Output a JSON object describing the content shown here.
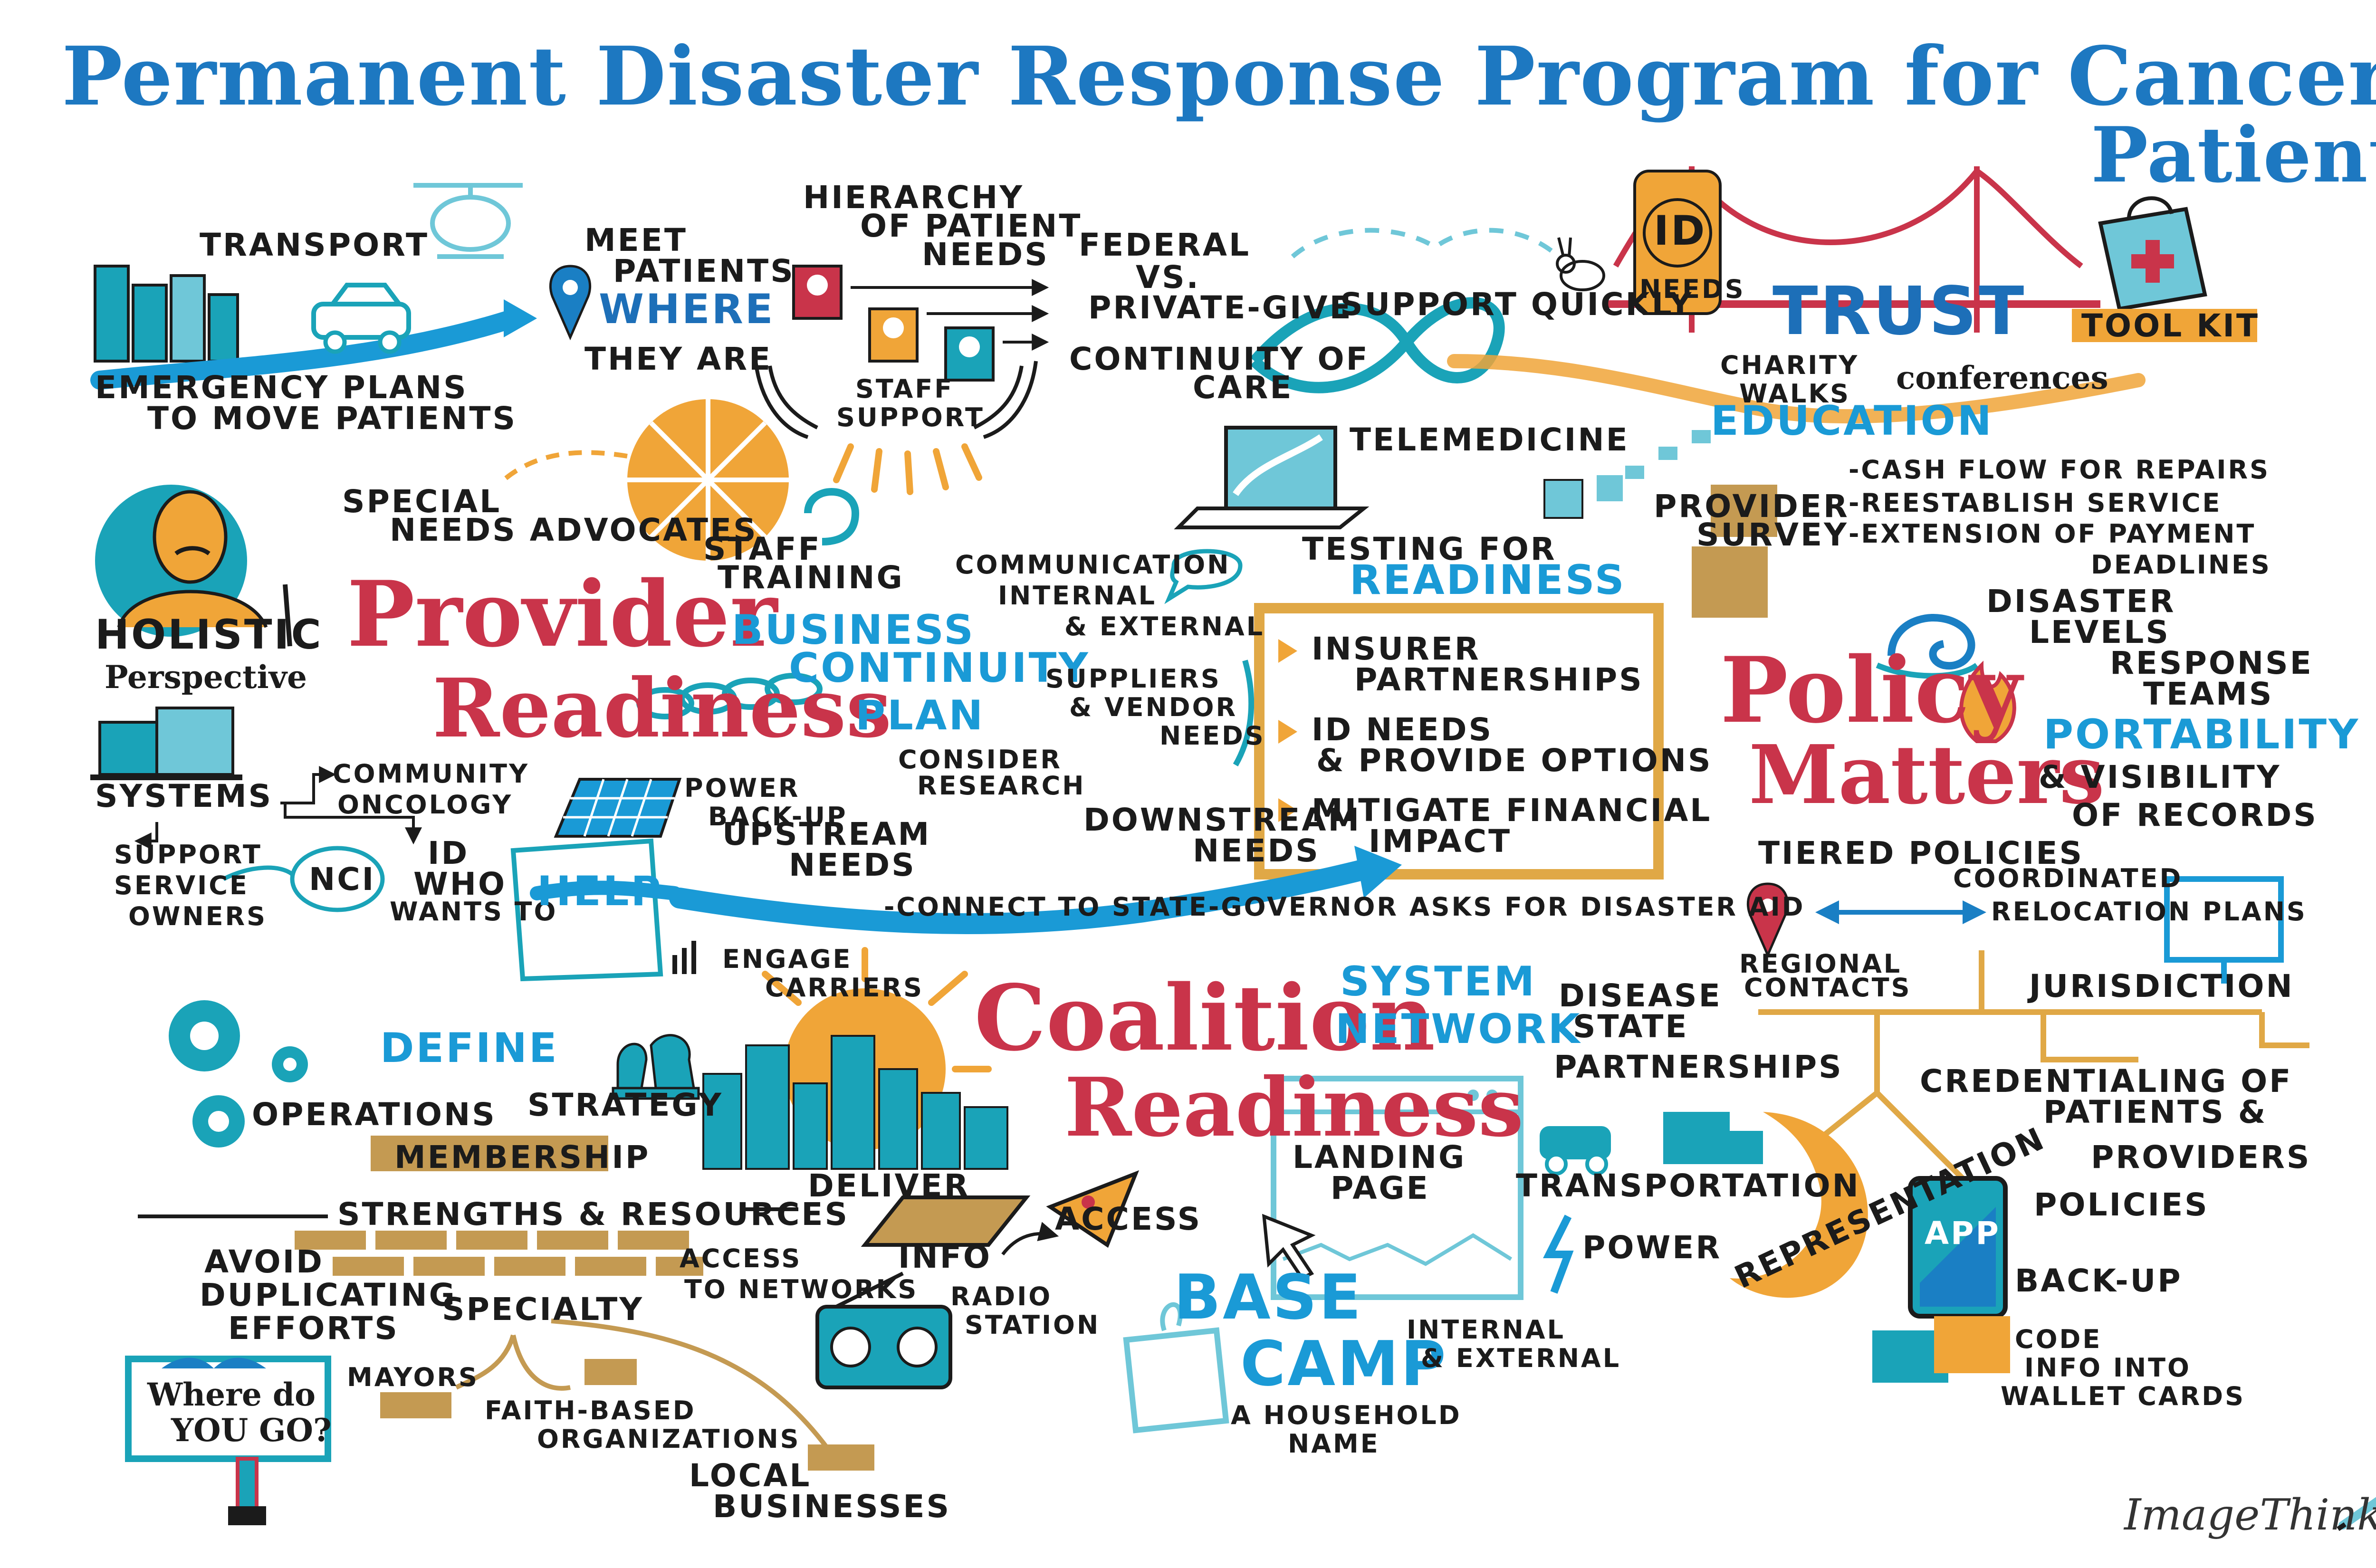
{
  "title": {
    "line1": "Permanent Disaster Response Program for Cancer",
    "line2": "Patients"
  },
  "colors": {
    "title_blue": "#1d78c1",
    "accent_blue": "#1a9ad6",
    "teal": "#1aa3b8",
    "section_red": "#c9344a",
    "orange": "#f0a538",
    "gold": "#c49a52",
    "ink": "#1b1b1b"
  },
  "top_left": {
    "transport": "TRANSPORT",
    "emergency_plans_1": "EMERGENCY PLANS",
    "emergency_plans_2": "to MOVE PATIENTS"
  },
  "meet_patients": {
    "line1": "MEET",
    "line2": "PATIENTS",
    "where": "WHERE",
    "line4": "THEY ARE"
  },
  "hierarchy": {
    "line1": "HIERARCHY",
    "line2": "of Patient",
    "line3": "NEEDS",
    "staff_1": "STAFF",
    "staff_2": "SUPPORT"
  },
  "federal": {
    "line1": "FEDERAL",
    "line2": "vs.",
    "line3": "PRIVATE-GIVE"
  },
  "support_quickly": "SUPPORT QUICKLY",
  "continuity_of_care": {
    "line1": "CONTINUITY of",
    "line2": "CARE"
  },
  "trust": {
    "id": "ID",
    "needs": "NEEDS",
    "trust": "TRUST",
    "toolkit": "TOOL KIT",
    "charity_1": "CHARITY",
    "charity_2": "WALKS",
    "conferences": "conferences",
    "education": "EDUCATION"
  },
  "telemedicine": "TELEMEDICINE",
  "testing": {
    "line1": "TESTING for",
    "line2": "READINESS"
  },
  "provider_survey": {
    "line1": "PROVIDER",
    "line2": "SURVEY",
    "item1": "-CASH FLOW for REPAIRS",
    "item2": "-REESTABLISH SERVICE",
    "item3": "-EXTENSION of PAYMENT",
    "item4": "DEADLINES"
  },
  "special_needs": {
    "line1": "SPECIAL",
    "line2": "NEEDS ADVOCATES"
  },
  "holistic": {
    "line1": "HOLISTIC",
    "line2": "Perspective"
  },
  "provider_readiness": {
    "line1": "Provider",
    "line2": "Readiness"
  },
  "staff_training": {
    "line1": "STAFF",
    "line2": "TRAINING"
  },
  "business_plan": {
    "line1": "BUSINESS",
    "line2": "CONTINUITY",
    "line3": "PLAN"
  },
  "communication": {
    "line1": "COMMUNICATION",
    "line2": "INTERNAL",
    "line3": "& EXTERNAL"
  },
  "suppliers": {
    "line1": "SUPPLIERS",
    "line2": "& VENDOR",
    "line3": "NEEDS"
  },
  "consider_research": {
    "line1": "CONSIDER",
    "line2": "RESEARCH"
  },
  "insurer_box": {
    "item1_1": "INSURER",
    "item1_2": "PARTNERSHIPS",
    "item2_1": "ID NEEDS",
    "item2_2": "& PROVIDE OPTIONS",
    "item3_1": "MITIGATE FINANCIAL",
    "item3_2": "IMPACT"
  },
  "systems": {
    "systems": "SYSTEMS",
    "community_1": "COMMUNITY",
    "community_2": "ONCOLOGY",
    "support_1": "SUPPORT",
    "support_2": "SERVICE",
    "support_3": "OWNERS",
    "nci": "NCI",
    "id_1": "ID",
    "id_2": "WHO",
    "id_3": "WANTS to",
    "help": "HELP",
    "power_1": "POWER",
    "power_2": "BACK-UP",
    "upstream_1": "UPSTREAM",
    "upstream_2": "NEEDS",
    "downstream_1": "DOWNSTREAM",
    "downstream_2": "NEEDS",
    "connect": "-CONNECT to STATE-GOVERNOR asks for DISASTER AID"
  },
  "policy": {
    "line1": "Policy",
    "line2": "Matters",
    "disaster_1": "DISASTER",
    "disaster_2": "LEVELS",
    "response_1": "RESPONSE",
    "response_2": "TEAMS",
    "portability": "PORTABILITY",
    "visibility_1": "& VISIBILITY",
    "visibility_2": "of RECORDS",
    "tiered": "TIERED POLICIES",
    "coordinated_1": "COORDINATED",
    "coordinated_2": "RELOCATION PLANS",
    "regional_1": "REGIONAL",
    "regional_2": "CONTACTS",
    "jurisdiction": "JURISDICTION",
    "credentialing_1": "CREDENTIALING of",
    "credentialing_2": "PATIENTS &",
    "credentialing_3": "PROVIDERS",
    "app": "APP",
    "policies": "POLICIES",
    "backup": "BACK-UP",
    "code_1": "CODE",
    "code_2": "INFO into",
    "code_3": "WALLET CARDS"
  },
  "coalition": {
    "line1": "Coalition",
    "line2": "Readiness",
    "system_1": "SYSTEM",
    "system_2": "NETWORK",
    "engage_1": "ENGAGE",
    "engage_2": "CARRIERS",
    "define": "DEFINE",
    "operations": "OPERATIONS",
    "strategy": "STRATEGY",
    "membership": "MEMBERSHIP",
    "strengths": "STRENGTHS & RESOURCES",
    "deliver": "DELIVER",
    "info": "INFO",
    "access": "ACCESS",
    "avoid_1": "AVOID",
    "avoid_2": "DUPLICATING",
    "avoid_3": "EFFORTS",
    "specialty": "SPECIALTY",
    "access_net_1": "ACCESS",
    "access_net_2": "to NETWORKS",
    "radio_1": "RADIO",
    "radio_2": "STATION",
    "mayors": "MAYORS",
    "faith_1": "FAITH-BASED",
    "faith_2": "ORGANIZATIONS",
    "local_1": "LOCAL",
    "local_2": "BUSINESSES",
    "where_1": "Where do",
    "where_2": "YOU GO?"
  },
  "base_camp": {
    "landing_1": "LANDING",
    "landing_2": "PAGE",
    "base": "BASE",
    "camp": "CAMP",
    "household_1": "A HOUSEHOLD",
    "household_2": "NAME",
    "internal_1": "INTERNAL",
    "internal_2": "& EXTERNAL"
  },
  "disease_state": {
    "line1": "DISEASE",
    "line2": "STATE",
    "line3": "PARTNERSHIPS",
    "transportation": "TRANSPORTATION",
    "power": "POWER",
    "representation": "REPRESENTATION"
  },
  "signature": "ImageThink"
}
